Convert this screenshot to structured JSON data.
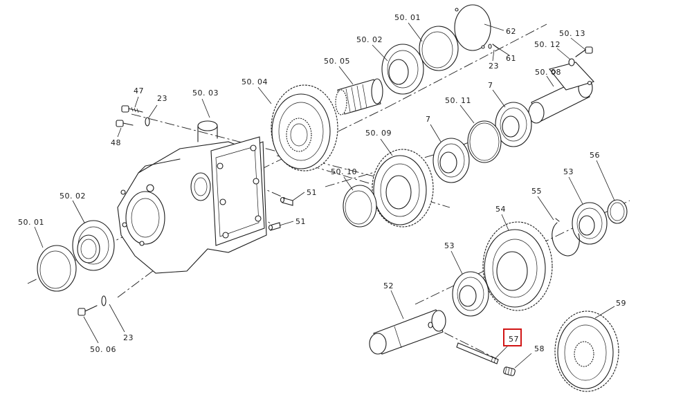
{
  "diagram": {
    "labels": {
      "l_50_01_top": "50. 01",
      "l_62": "62",
      "l_50_13": "50. 13",
      "l_50_02_top": "50. 02",
      "l_50_12": "50. 12",
      "l_61": "61",
      "l_23_top": "23",
      "l_50_05": "50. 05",
      "l_50_08": "50. 08",
      "l_47": "47",
      "l_50_03": "50. 03",
      "l_50_04": "50. 04",
      "l_23_left": "23",
      "l_50_11": "50. 11",
      "l_7_upper": "7",
      "l_48": "48",
      "l_50_09": "50. 09",
      "l_7_lower": "7",
      "l_56": "56",
      "l_50_10": "50. 10",
      "l_53_upper": "53",
      "l_51_upper": "51",
      "l_55": "55",
      "l_50_02_left": "50. 02",
      "l_54": "54",
      "l_50_01_left": "50. 01",
      "l_51_lower": "51",
      "l_53_lower": "53",
      "l_52": "52",
      "l_59": "59",
      "l_23_bottom": "23",
      "l_57": "57",
      "l_58": "58",
      "l_50_06": "50. 06"
    },
    "highlighted_label": "57",
    "highlight_color": "#d11414"
  }
}
